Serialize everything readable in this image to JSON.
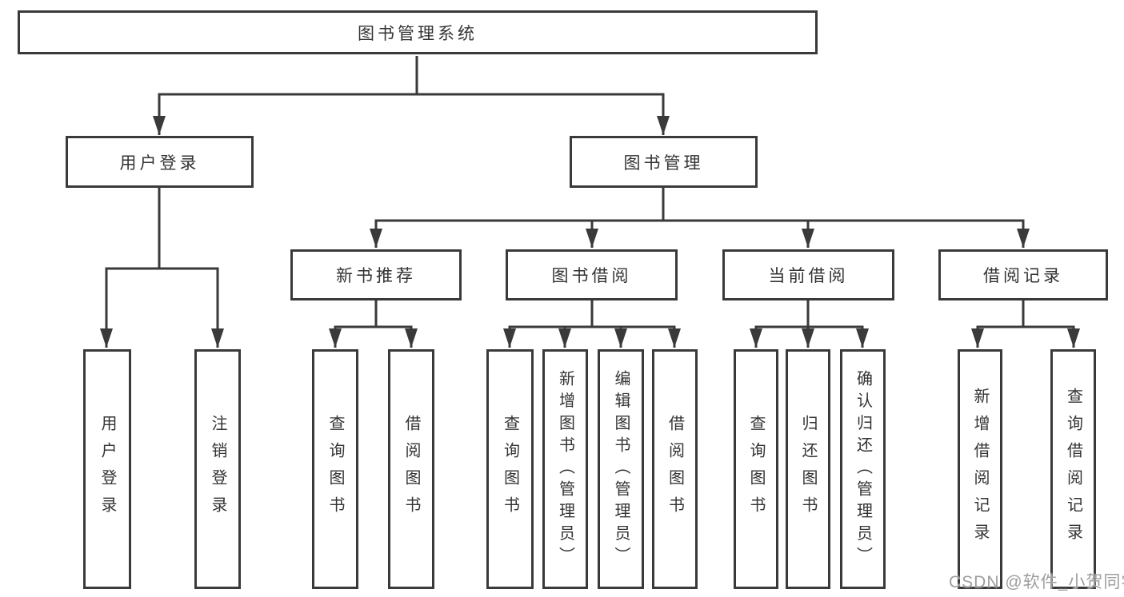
{
  "diagram": {
    "root": {
      "label": "图书管理系统"
    },
    "level2": [
      {
        "label": "用户登录",
        "children": [
          {
            "label": "用户登录"
          },
          {
            "label": "注销登录"
          }
        ]
      },
      {
        "label": "图书管理",
        "children": [
          {
            "label": "新书推荐",
            "children": [
              {
                "label": "查询图书"
              },
              {
                "label": "借阅图书"
              }
            ]
          },
          {
            "label": "图书借阅",
            "children": [
              {
                "label": "查询图书"
              },
              {
                "label": "新增图书（管理员）"
              },
              {
                "label": "编辑图书（管理员）"
              },
              {
                "label": "借阅图书"
              }
            ]
          },
          {
            "label": "当前借阅",
            "children": [
              {
                "label": "查询图书"
              },
              {
                "label": "归还图书"
              },
              {
                "label": "确认归还（管理员）"
              }
            ]
          },
          {
            "label": "借阅记录",
            "children": [
              {
                "label": "新增借阅记录"
              },
              {
                "label": "查询借阅记录"
              }
            ]
          }
        ]
      }
    ]
  },
  "watermark": {
    "text": "CSDN @软件_小贺同学"
  },
  "colors": {
    "line": "#3a3a3a",
    "border": "#3a3a3a",
    "text": "#333333",
    "background": "#ffffff",
    "watermark": "#9e9e9e"
  }
}
